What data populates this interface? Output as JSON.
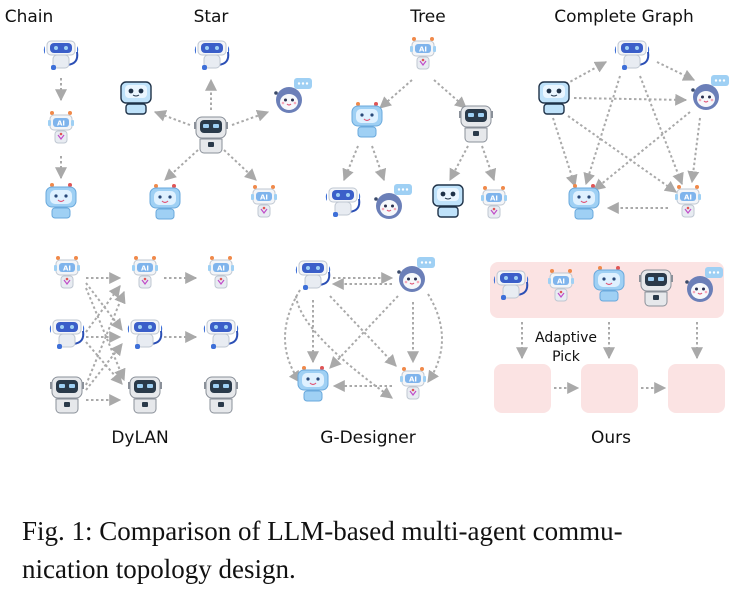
{
  "panels": {
    "chain": "Chain",
    "star": "Star",
    "tree": "Tree",
    "complete": "Complete Graph",
    "dylan": "DyLAN",
    "gdesigner": "G-Designer",
    "ours": "Ours"
  },
  "ours_annotation": {
    "line1": "Adaptive",
    "line2": "Pick"
  },
  "icon_text": {
    "ai": "AI"
  },
  "caption": {
    "line1": "Fig. 1: Comparison of LLM-based multi-agent commu-",
    "line2": "nication topology design."
  },
  "colors": {
    "robot_blue": "#9fd0f4",
    "headset_blue": "#3d6fd8",
    "dark_screen": "#2a3a4a",
    "arrow_grey": "#a9a9a9",
    "ours_pink": "#fbe3e3"
  }
}
